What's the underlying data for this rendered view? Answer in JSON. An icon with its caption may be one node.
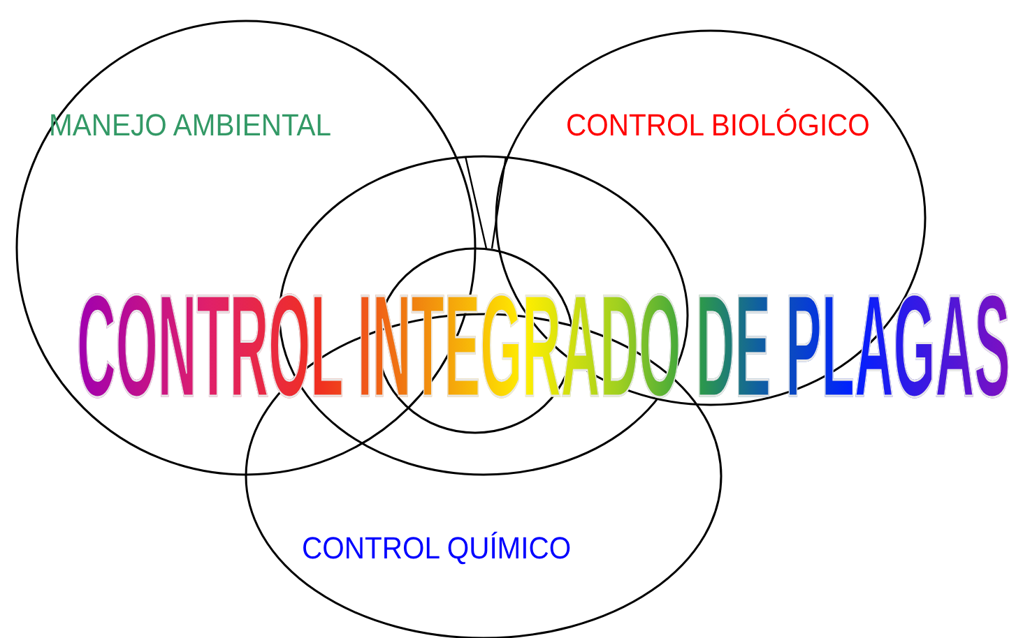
{
  "diagram": {
    "title": "CONTROL INTEGRADO DE PLAGAS",
    "nodes": [
      {
        "text": [
          "MANEJO AMBIENTAL"
        ]
      },
      {
        "text": [
          "CONTROL BIOLÓGICO"
        ]
      },
      {
        "text": [
          "CONTROL QUÍMICO"
        ]
      }
    ],
    "edges": []
  }
}
